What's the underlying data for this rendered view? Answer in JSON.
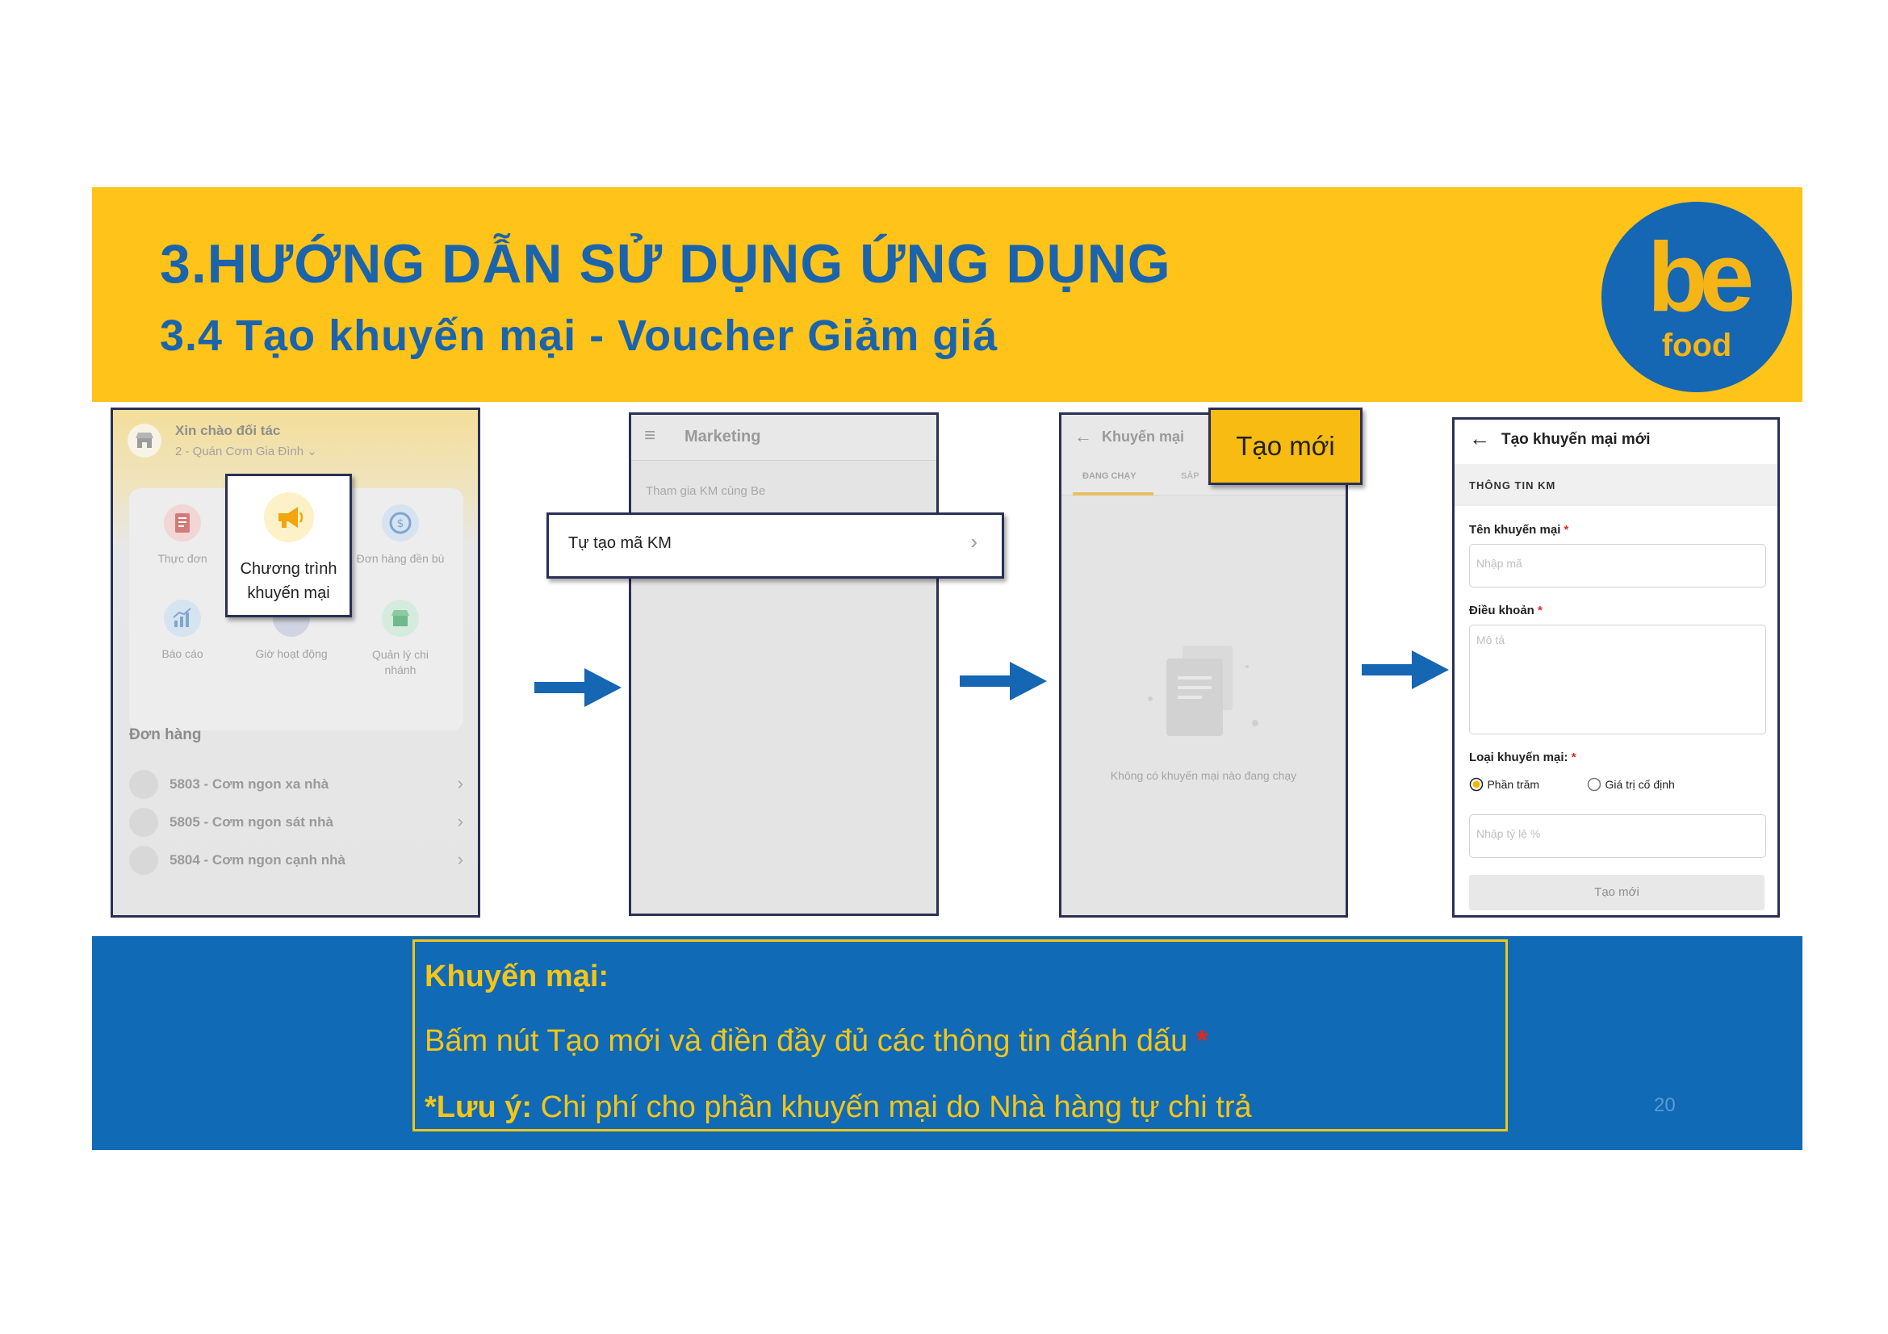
{
  "header": {
    "title": "3.HƯỚNG DẪN SỬ DỤNG ỨNG DỤNG",
    "subtitle": "3.4 Tạo khuyến mại - Voucher Giảm giá",
    "logo_top": "be",
    "logo_bottom": "food"
  },
  "colors": {
    "header_bg": "#FFC31A",
    "brand_blue": "#1B64AB",
    "footer_bg": "#106AB5",
    "note_yellow": "#F5C518",
    "asterisk_red": "#E3261F"
  },
  "screen1": {
    "greeting": "Xin chào đối tác",
    "store": "2 - Quán Cơm Gia Đình",
    "menu": [
      {
        "label": "Thực đơn",
        "icon": "menu-doc-icon"
      },
      {
        "label": "Chương trình khuyến mại",
        "icon": "megaphone-icon"
      },
      {
        "label": "Đơn hàng đền bù",
        "icon": "refund-icon"
      },
      {
        "label": "Báo cáo",
        "icon": "report-chart-icon"
      },
      {
        "label": "Giờ hoạt động",
        "icon": "clock-icon"
      },
      {
        "label": "Quản lý chi nhánh",
        "icon": "store-icon"
      }
    ],
    "popup_line1": "Chương trình",
    "popup_line2": "khuyến mại",
    "orders_title": "Đơn hàng",
    "orders": [
      {
        "label": "5803 - Cơm ngon xa nhà"
      },
      {
        "label": "5805 - Cơm ngon sát nhà"
      },
      {
        "label": "5804 - Cơm ngon cạnh nhà"
      }
    ]
  },
  "screen2": {
    "title": "Marketing",
    "item": "Tham gia KM cùng Be",
    "popup": "Tự tạo mã KM"
  },
  "screen3": {
    "title": "Khuyến mại",
    "tab_active": "ĐANG CHẠY",
    "tab_next": "SẮP",
    "empty": "Không có khuyến mại nào đang chạy",
    "create_button": "Tạo mới"
  },
  "screen4": {
    "title": "Tạo khuyến mại mới",
    "section": "THÔNG TIN KM",
    "name_label": "Tên khuyến mại",
    "name_placeholder": "Nhập mã",
    "terms_label": "Điều khoản",
    "terms_placeholder": "Mô tả",
    "type_label": "Loại khuyến mại:",
    "option_percent": "Phần trăm",
    "option_fixed": "Giá trị cố định",
    "rate_placeholder": "Nhập tỷ lệ %",
    "submit": "Tạo mới",
    "required_mark": "*"
  },
  "note": {
    "heading": "Khuyến mại:",
    "line1": "Bấm nút Tạo mới và điền đầy đủ các thông tin đánh dấu",
    "line1_mark": "*",
    "line2_prefix": "*Lưu ý:",
    "line2_text": " Chi phí cho phần khuyến mại do Nhà hàng tự chi trả"
  },
  "page_number": "20"
}
